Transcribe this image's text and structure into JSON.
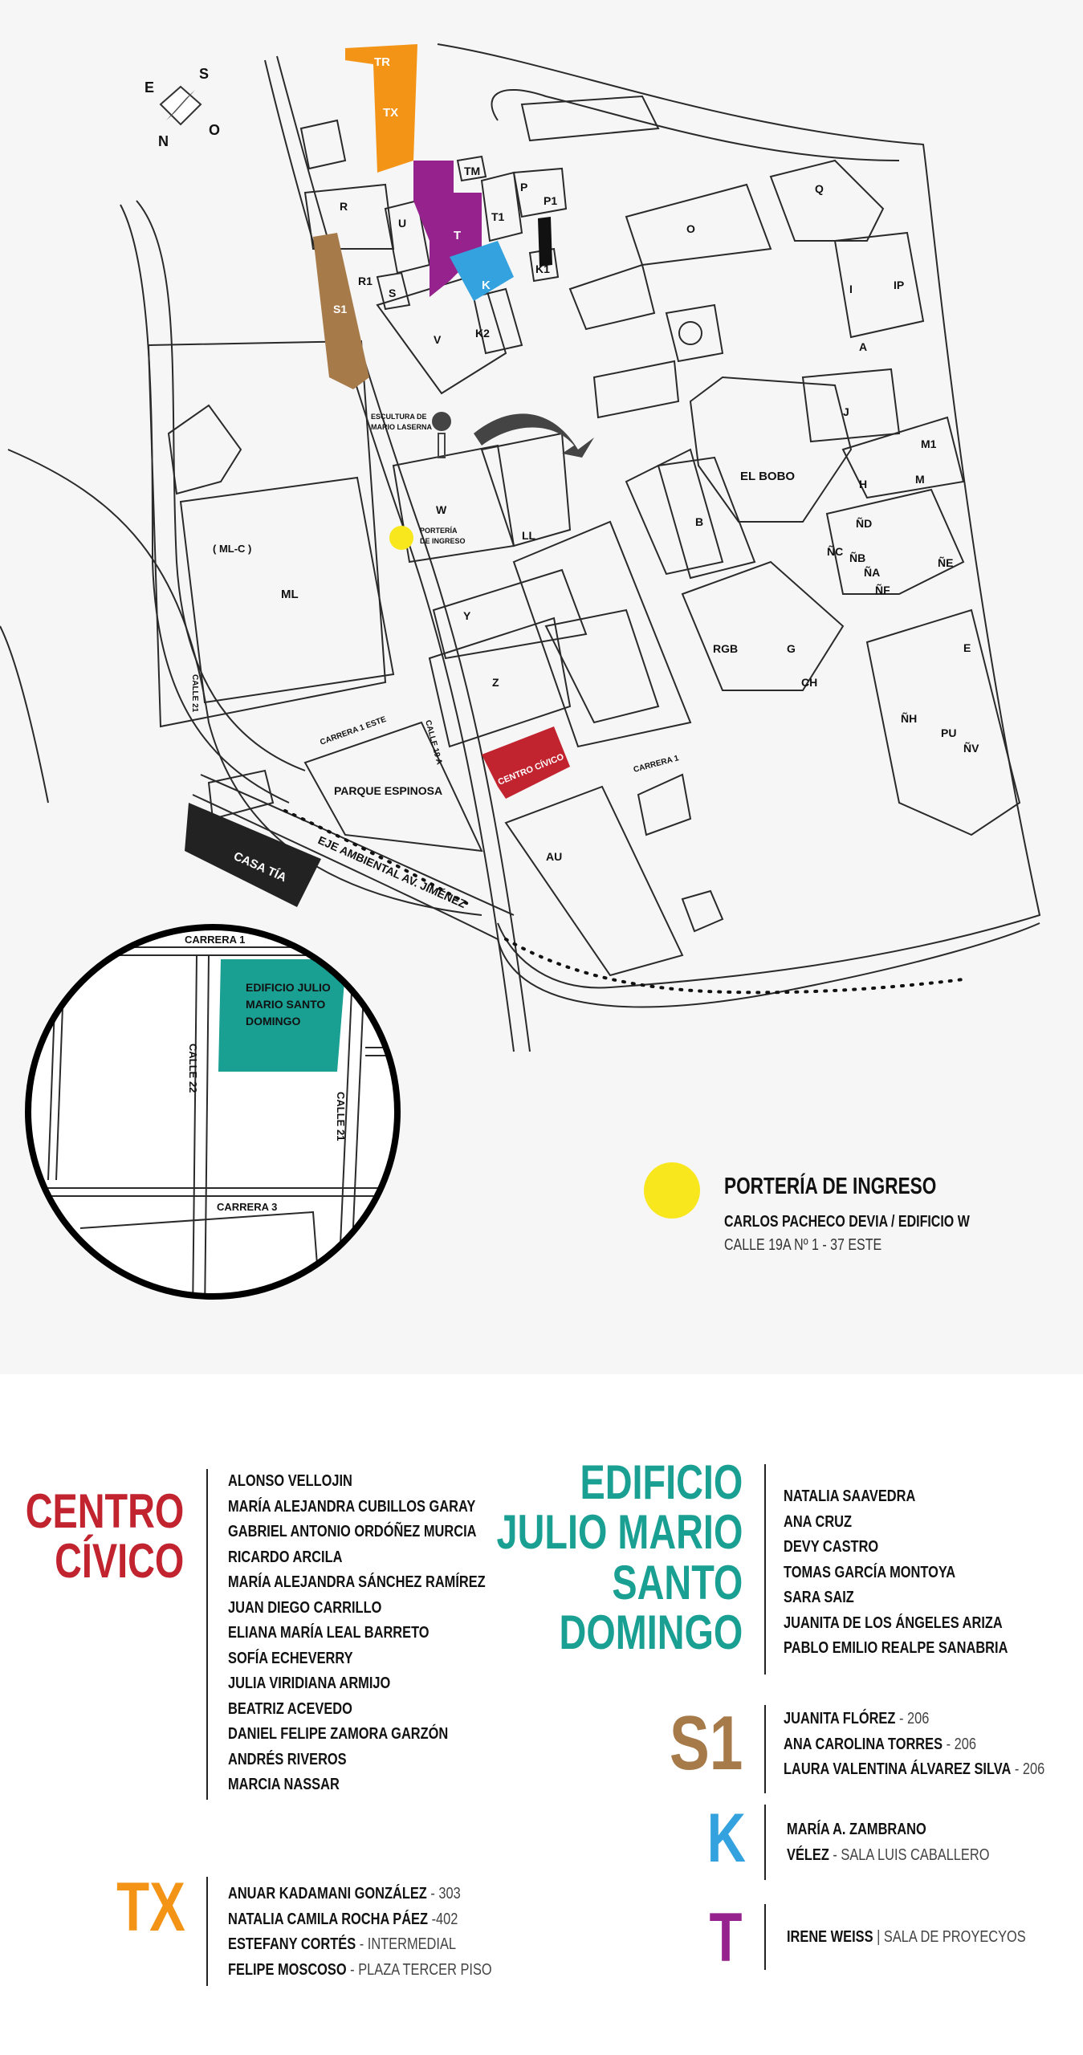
{
  "map": {
    "compass": {
      "e": "E",
      "s": "S",
      "n": "N",
      "o": "O"
    },
    "buildings": {
      "tr": "TR",
      "tx": "TX",
      "tm": "TM",
      "p": "P",
      "p1": "P1",
      "t1": "T1",
      "t": "T",
      "k": "K",
      "k1": "K1",
      "k2": "K2",
      "r": "R",
      "r1": "R1",
      "u": "U",
      "s": "S",
      "s1": "S1",
      "v": "V",
      "o": "O",
      "q": "Q",
      "i": "I",
      "ip": "IP",
      "a": "A",
      "j": "J",
      "m1": "M1",
      "m": "M",
      "h": "H",
      "el_bobo": "EL BOBO",
      "b": "B",
      "w": "W",
      "ll": "LL",
      "nd": "ÑD",
      "nc": "ÑC",
      "nb": "ÑB",
      "na": "ÑA",
      "ne": "ÑE",
      "nf": "ÑF",
      "ml_c": "( ML-C )",
      "ml": "ML",
      "y": "Y",
      "z": "Z",
      "rgb": "RGB",
      "g": "G",
      "ch": "CH",
      "e": "E",
      "nh": "ÑH",
      "pu": "PU",
      "nv": "ÑV",
      "au": "AU",
      "centro_civico": "CENTRO CÍVICO",
      "parque_espinosa": "PARQUE ESPINOSA",
      "casa_tia": "CASA TÍA"
    },
    "streets": {
      "calle21": "CALLE 21",
      "carrera1este": "CARRERA 1 ESTE",
      "calle19a": "CALLE 19 A",
      "carrera1": "CARRERA 1",
      "eje_ambiental": "EJE AMBIENTAL AV. JIMÉNEZ"
    },
    "escultura": [
      "ESCULTURA DE",
      "MARIO LASERNA"
    ],
    "porteria_label": [
      "PORTERÍA",
      "DE INGRESO"
    ],
    "inset": {
      "carrera1": "CARRERA 1",
      "calle22": "CALLE 22",
      "calle21": "CALLE 21",
      "carrera3": "CARRERA 3",
      "edificio": [
        "EDIFICIO JULIO",
        "MARIO SANTO",
        "DOMINGO"
      ]
    },
    "porteria": {
      "title": "PORTERÍA DE INGRESO",
      "line1": "CARLOS PACHECO DEVIA / EDIFICIO W",
      "line2": "CALLE 19A Nº 1 - 37 ESTE"
    }
  },
  "colors": {
    "centro_civico": "#c1232f",
    "tx": "#f39416",
    "t": "#96228d",
    "k": "#35a2e0",
    "s1": "#a77a4a",
    "julio": "#1aa093",
    "yellow": "#f8e71c"
  },
  "legend": {
    "centro_civico": {
      "title": [
        "CENTRO",
        "CÍVICO"
      ],
      "names": [
        "ALONSO VELLOJIN",
        "MARÍA ALEJANDRA CUBILLOS GARAY",
        "GABRIEL ANTONIO ORDÓÑEZ MURCIA",
        "RICARDO ARCILA",
        "MARÍA ALEJANDRA SÁNCHEZ RAMÍREZ",
        "JUAN DIEGO CARRILLO",
        "ELIANA MARÍA LEAL BARRETO",
        "SOFÍA ECHEVERRY",
        "JULIA VIRIDIANA ARMIJO",
        "BEATRIZ ACEVEDO",
        "DANIEL FELIPE ZAMORA GARZÓN",
        "ANDRÉS RIVEROS",
        "MARCIA NASSAR"
      ]
    },
    "julio_mario": {
      "title": [
        "EDIFICIO",
        "JULIO MARIO",
        "SANTO",
        "DOMINGO"
      ],
      "names": [
        "NATALIA SAAVEDRA",
        "ANA CRUZ",
        "DEVY CASTRO",
        "TOMAS GARCÍA MONTOYA",
        "SARA SAIZ",
        "JUANITA DE LOS ÁNGELES ARIZA",
        "PABLO EMILIO REALPE SANABRIA"
      ]
    },
    "s1": {
      "title": "S1",
      "names": [
        {
          "name": "JUANITA FLÓREZ",
          "detail": " - 206"
        },
        {
          "name": "ANA CAROLINA TORRES",
          "detail": " - 206"
        },
        {
          "name": "LAURA VALENTINA ÁLVAREZ SILVA",
          "detail": " - 206"
        }
      ]
    },
    "k": {
      "title": "K",
      "names": [
        {
          "name": "MARÍA A. ZAMBRANO",
          "detail": ""
        },
        {
          "name": "VÉLEZ",
          "detail": " - SALA LUIS CABALLERO"
        }
      ]
    },
    "t": {
      "title": "T",
      "names": [
        {
          "name": "IRENE WEISS",
          "detail": " | SALA DE PROYECYOS"
        }
      ]
    },
    "tx": {
      "title": "TX",
      "names": [
        {
          "name": "ANUAR KADAMANI GONZÁLEZ",
          "detail": " - 303"
        },
        {
          "name": "NATALIA CAMILA ROCHA PÁEZ",
          "detail": " -402"
        },
        {
          "name": "ESTEFANY CORTÉS",
          "detail": " - INTERMEDIAL"
        },
        {
          "name": "FELIPE MOSCOSO",
          "detail": " - PLAZA TERCER PISO"
        }
      ]
    }
  }
}
